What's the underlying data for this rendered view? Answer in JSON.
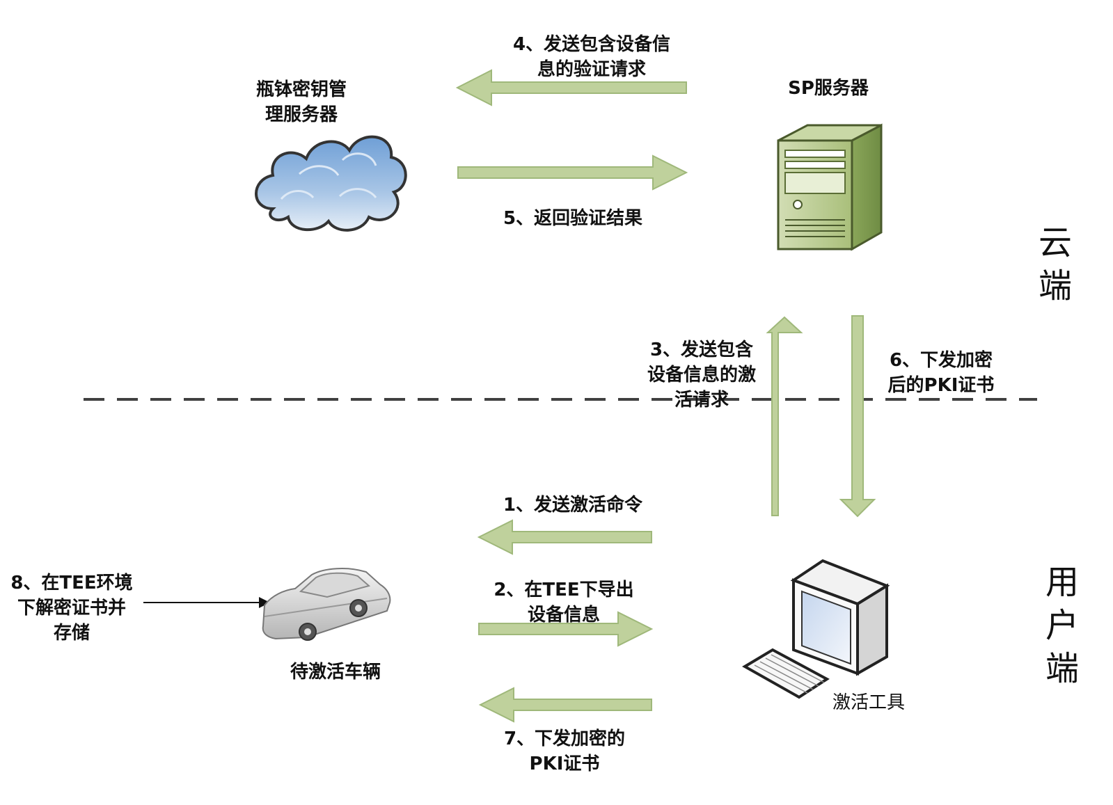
{
  "nodes": {
    "kms": "瓶钵密钥管\n理服务器",
    "sp_server": "SP服务器",
    "vehicle": "待激活车辆",
    "tool": "激活工具"
  },
  "steps": {
    "s1": "1、发送激活命令",
    "s2": "2、在TEE下导出\n设备信息",
    "s3": "3、发送包含\n设备信息的激\n活请求",
    "s4": "4、发送包含设备信\n息的验证请求",
    "s5": "5、返回验证结果",
    "s6": "6、下发加密\n后的PKI证书",
    "s7": "7、下发加密的\nPKI证书",
    "s8": "8、在TEE环境\n下解密证书并\n存储"
  },
  "zones": {
    "cloud": [
      "云",
      "端"
    ],
    "user": [
      "用",
      "户",
      "端"
    ]
  },
  "colors": {
    "arrow_fill": "#bfd19c",
    "arrow_stroke": "#9fb87a",
    "server_green": "#9bb565",
    "cloud_blue": "#8fb3db",
    "divider": "#404040"
  },
  "icons": [
    "cloud-icon",
    "server-icon",
    "car-icon",
    "computer-icon"
  ]
}
